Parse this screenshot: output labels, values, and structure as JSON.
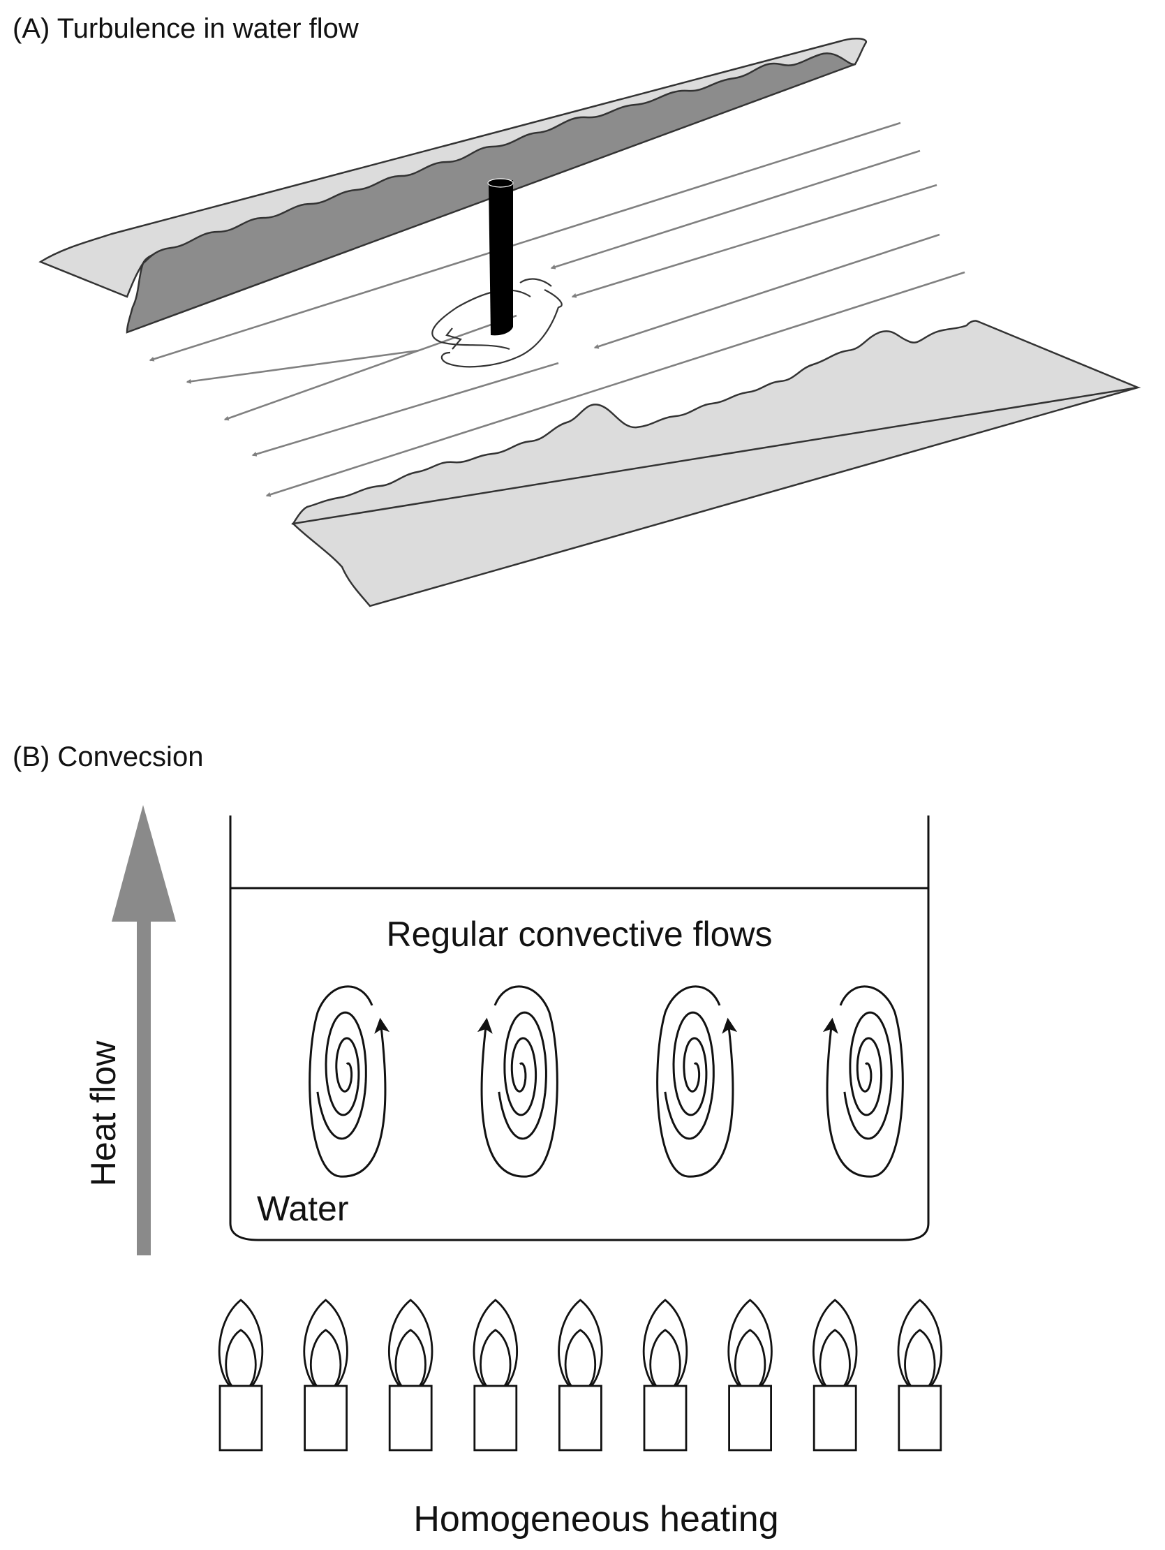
{
  "panel_a": {
    "title": "(A) Turbulence in water flow"
  },
  "panel_b": {
    "title": "(B) Convecsion",
    "heat_flow_label": "Heat flow",
    "flows_label": "Regular convective flows",
    "water_label": "Water",
    "heating_label": "Homogeneous heating"
  },
  "colors": {
    "bank_top_light": "#dcdcdc",
    "bank_top_dark": "#8c8c8c",
    "bank_bottom": "#dcdcdc",
    "flow_arrow": "#808080",
    "post": "#000000",
    "heat_arrow": "#8a8a8a",
    "stroke": "#1a1a1a"
  },
  "icons": {
    "post": "post-icon",
    "vortex": "vortex-icon",
    "flame": "flame-icon",
    "candle": "candle-icon"
  }
}
